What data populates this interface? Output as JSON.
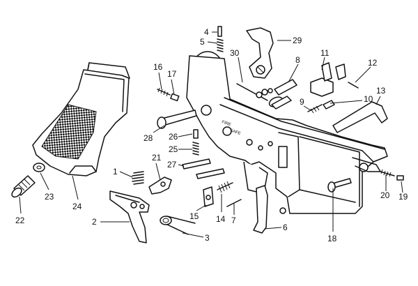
{
  "stamps": {
    "fire": "FIRE",
    "safe": "SAFE"
  },
  "callouts": {
    "1": "1",
    "2": "2",
    "3": "3",
    "4": "4",
    "5": "5",
    "6": "6",
    "7": "7",
    "8": "8",
    "9": "9",
    "10": "10",
    "11": "11",
    "12": "12",
    "13": "13",
    "14": "14",
    "15": "15",
    "16": "16",
    "17": "17",
    "18": "18",
    "19": "19",
    "20": "20",
    "21": "21",
    "22": "22",
    "23": "23",
    "24": "24",
    "25": "25",
    "26": "26",
    "27": "27",
    "28": "28",
    "29": "29",
    "30": "30"
  }
}
